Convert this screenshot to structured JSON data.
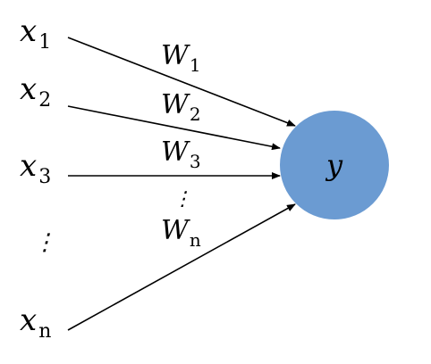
{
  "diagram": {
    "inputs": [
      {
        "var": "x",
        "sub": "1"
      },
      {
        "var": "x",
        "sub": "2"
      },
      {
        "var": "x",
        "sub": "3"
      },
      {
        "var": "x",
        "sub": "n"
      }
    ],
    "input_ellipsis": "⋮",
    "weights": [
      {
        "var": "W",
        "sub": "1"
      },
      {
        "var": "W",
        "sub": "2"
      },
      {
        "var": "W",
        "sub": "3"
      },
      {
        "var": "W",
        "sub": "n"
      }
    ],
    "weight_ellipsis": "⋮",
    "output": {
      "var": "y"
    },
    "colors": {
      "node_fill": "#6b9bd2",
      "arrow": "#000000",
      "text": "#000000"
    }
  }
}
